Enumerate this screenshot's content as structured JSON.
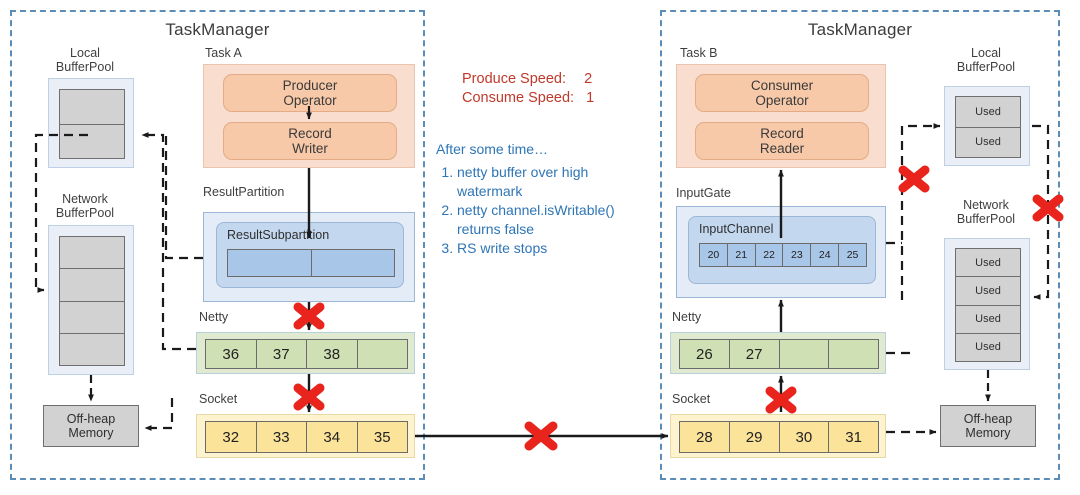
{
  "diagram": {
    "title": "Flink network stack backpressure diagram",
    "colors": {
      "taskmanager_border": "#5b8db8",
      "operator_fill": "#f7c9a9",
      "result_partition_fill": "#c3d8ef",
      "netty_fill": "#cfe0b4",
      "socket_fill": "#fbe49a",
      "buffer_fill": "#d2d2d2",
      "speed_text": "#c0392b",
      "notes_text": "#2e75b6",
      "block_marker": "#e8241c"
    }
  },
  "left_taskmanager": {
    "title": "TaskManager",
    "local_pool": {
      "label_line1": "Local",
      "label_line2": "BufferPool",
      "cells": [
        "",
        ""
      ]
    },
    "network_pool": {
      "label_line1": "Network",
      "label_line2": "BufferPool",
      "cells": [
        "",
        "",
        "",
        ""
      ]
    },
    "offheap": {
      "line1": "Off-heap",
      "line2": "Memory"
    },
    "task": {
      "label": "Task A",
      "operator": {
        "line1": "Producer",
        "line2": "Operator"
      },
      "record": {
        "line1": "Record",
        "line2": "Writer"
      }
    },
    "result_partition": {
      "label": "ResultPartition",
      "subpartition_label": "ResultSubpartition",
      "cells": [
        "",
        ""
      ]
    },
    "netty": {
      "label": "Netty",
      "cells": [
        "36",
        "37",
        "38",
        ""
      ]
    },
    "socket": {
      "label": "Socket",
      "cells": [
        "32",
        "33",
        "34",
        "35"
      ]
    }
  },
  "right_taskmanager": {
    "title": "TaskManager",
    "local_pool": {
      "label_line1": "Local",
      "label_line2": "BufferPool",
      "cells": [
        "Used",
        "Used"
      ]
    },
    "network_pool": {
      "label_line1": "Network",
      "label_line2": "BufferPool",
      "cells": [
        "Used",
        "Used",
        "Used",
        "Used"
      ]
    },
    "offheap": {
      "line1": "Off-heap",
      "line2": "Memory"
    },
    "task": {
      "label": "Task B",
      "operator": {
        "line1": "Consumer",
        "line2": "Operator"
      },
      "record": {
        "line1": "Record",
        "line2": "Reader"
      }
    },
    "input_gate": {
      "label": "InputGate",
      "channel_label": "InputChannel",
      "cells": [
        "20",
        "21",
        "22",
        "23",
        "24",
        "25"
      ]
    },
    "netty": {
      "label": "Netty",
      "cells": [
        "26",
        "27",
        "",
        ""
      ]
    },
    "socket": {
      "label": "Socket",
      "cells": [
        "28",
        "29",
        "30",
        "31"
      ]
    }
  },
  "center": {
    "produce_label": "Produce Speed:",
    "produce_value": "2",
    "consume_label": "Consume Speed:",
    "consume_value": "1",
    "notes_header": "After some time…",
    "notes": [
      "netty buffer over high watermark",
      "netty channel.isWritable() returns false",
      "RS write stops"
    ]
  }
}
